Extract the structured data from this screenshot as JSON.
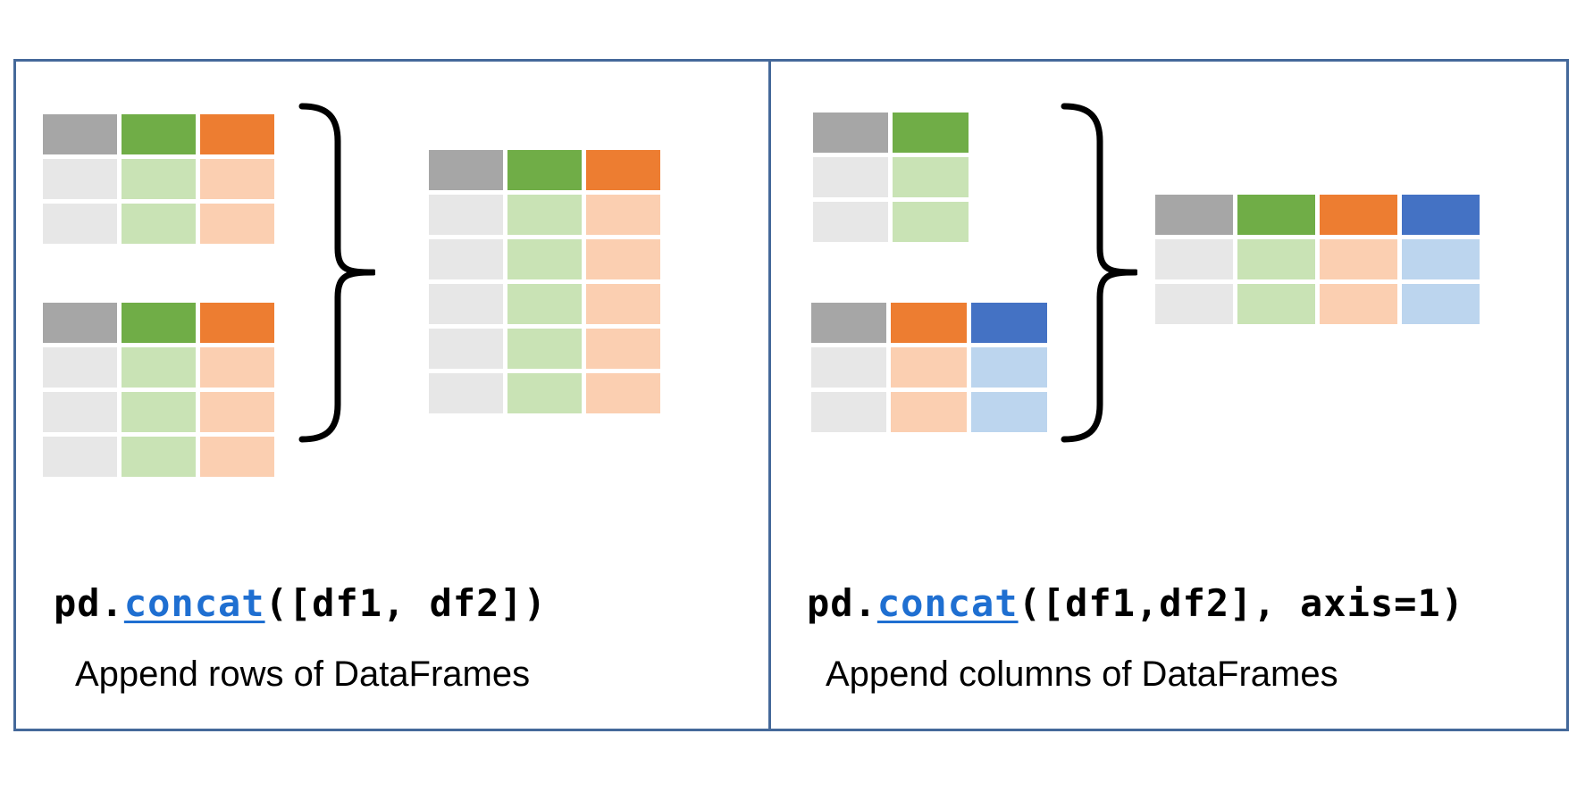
{
  "left_panel": {
    "code": {
      "prefix": "pd.",
      "fn": "concat",
      "args": "([df1, df2])"
    },
    "caption": "Append rows of DataFrames",
    "tables": {
      "df1": {
        "columns": [
          "gray",
          "green",
          "orange"
        ],
        "rows": 2
      },
      "df2": {
        "columns": [
          "gray",
          "green",
          "orange"
        ],
        "rows": 3
      },
      "result": {
        "columns": [
          "gray",
          "green",
          "orange"
        ],
        "rows": 5
      }
    }
  },
  "right_panel": {
    "code": {
      "prefix": "pd.",
      "fn": "concat",
      "args": "([df1,df2], axis=1)"
    },
    "caption": "Append columns of DataFrames",
    "tables": {
      "df1": {
        "columns": [
          "gray",
          "green"
        ],
        "rows": 2
      },
      "df2": {
        "columns": [
          "gray",
          "orange",
          "blue"
        ],
        "rows": 2
      },
      "result": {
        "columns": [
          "gray",
          "green",
          "orange",
          "blue"
        ],
        "rows": 2
      }
    }
  },
  "colors": {
    "frame": "#45699a",
    "link": "#1f6fd1",
    "gray_header": "#a6a6a6",
    "gray_cell": "#e7e7e7",
    "green_header": "#70ad47",
    "green_cell": "#c9e3b5",
    "orange_header": "#ed7d31",
    "orange_cell": "#fbcfb1",
    "blue_header": "#4472c4",
    "blue_cell": "#bcd5ee"
  }
}
